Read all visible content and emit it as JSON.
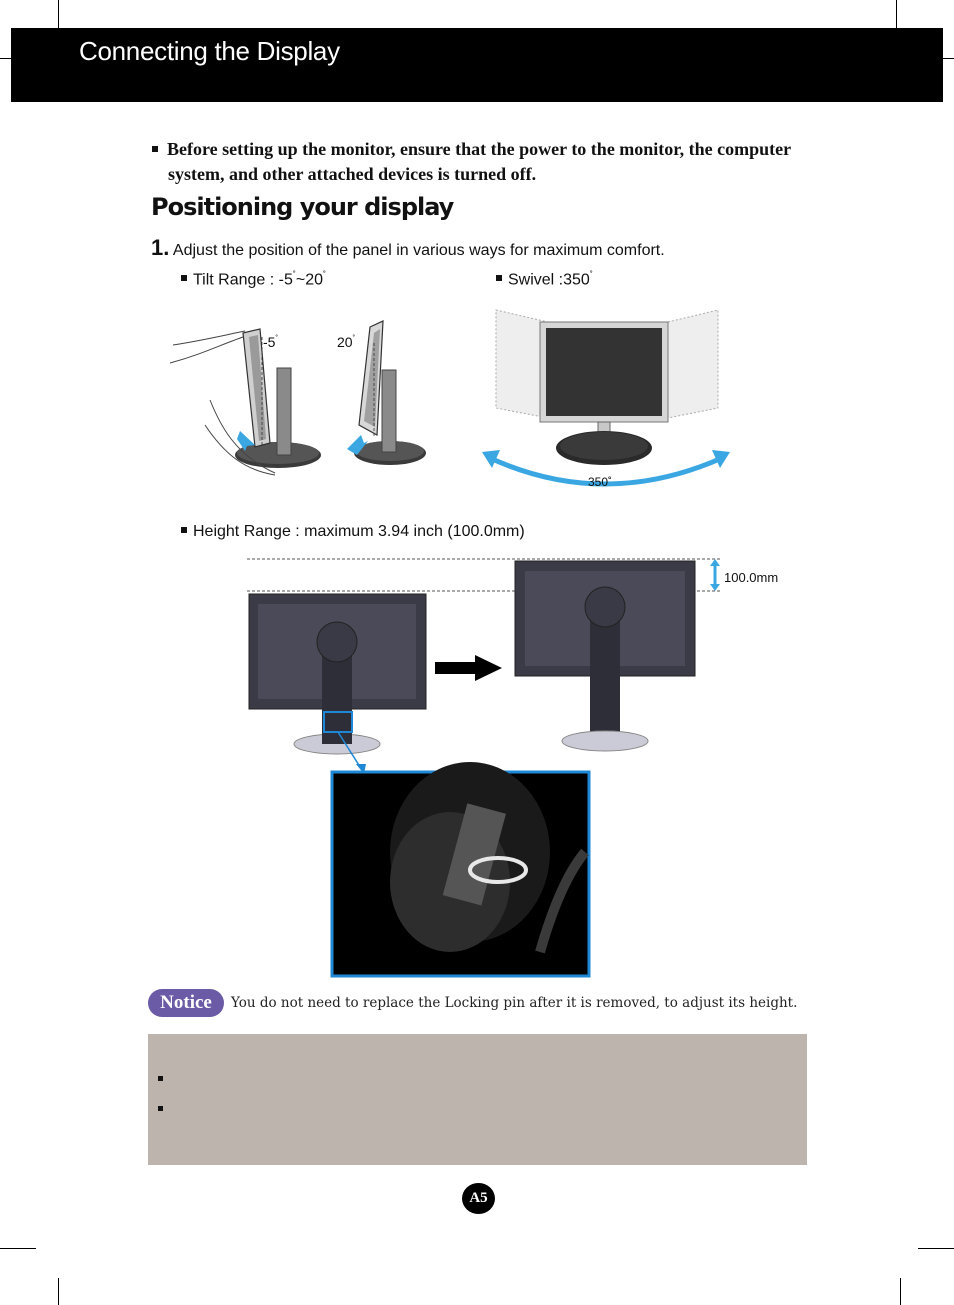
{
  "header": {
    "title": "Connecting the Display"
  },
  "warning": {
    "line1": "Before setting up the monitor, ensure that the power to the monitor, the computer",
    "line2": "system, and other attached devices is turned off."
  },
  "section": {
    "title": "Positioning your display"
  },
  "step1": {
    "number": "1.",
    "text": "Adjust the position of the panel in various ways for maximum comfort."
  },
  "tilt": {
    "label": "Tilt Range : -5",
    "deg1": "˚",
    "mid": "~20",
    "deg2": "˚",
    "minus5": "-5",
    "plus20": "20",
    "deg": "˚"
  },
  "swivel": {
    "label": "Swivel :350",
    "deg": "˚",
    "arc_label": "350˚"
  },
  "height": {
    "label": "Height Range : maximum 3.94 inch (100.0mm)",
    "measure": "100.0mm"
  },
  "notice": {
    "badge": "Notice",
    "text": "You do not need to replace the Locking pin  after it is removed,  to adjust its height."
  },
  "page": {
    "number": "A5"
  },
  "colors": {
    "header_bg": "#000000",
    "notice_badge": "#6b5ba6",
    "gray_box": "#bdb4ad",
    "accent_blue": "#3aa7e3",
    "highlight_box": "#1e88d6"
  }
}
